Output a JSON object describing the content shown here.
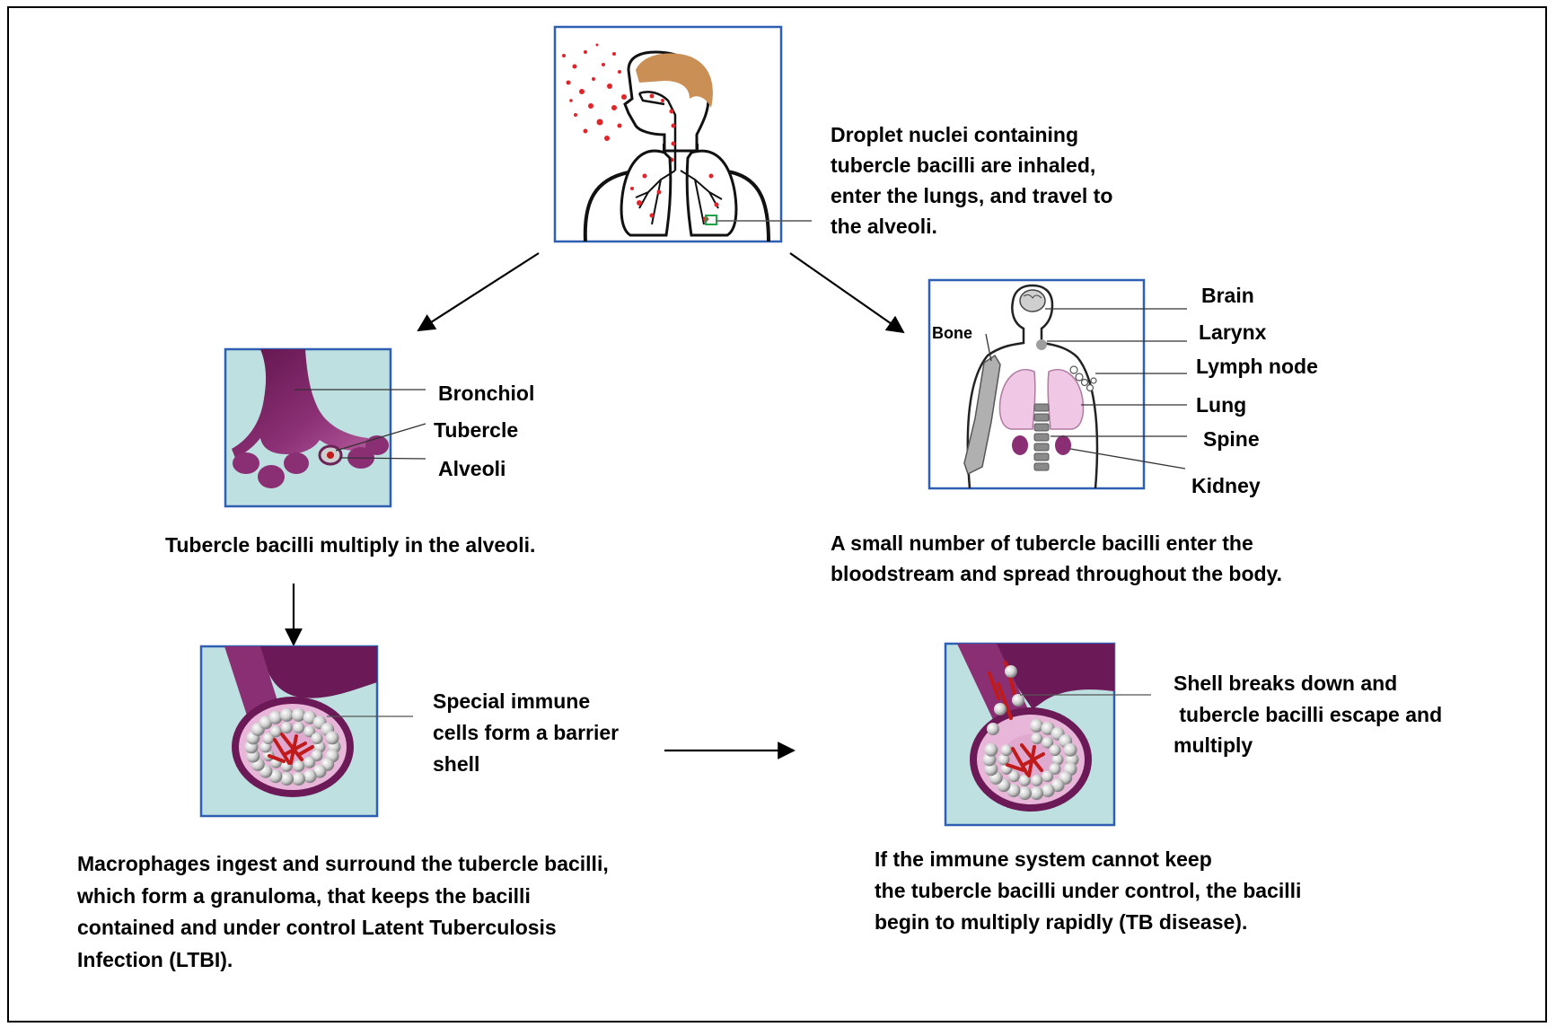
{
  "steps": {
    "inhalation": [
      "Droplet nuclei containing",
      "tubercle bacilli are inhaled,",
      "enter the lungs, and travel to",
      "the alveoli."
    ],
    "multiply_alveoli": [
      "Tubercle bacilli multiply in the alveoli."
    ],
    "bloodstream": [
      "A small number of tubercle bacilli enter the",
      "bloodstream and spread throughout the body."
    ],
    "barrier_shell": [
      "Special immune",
      "cells form a barrier",
      "shell"
    ],
    "granuloma": [
      "Macrophages ingest and surround the tubercle bacilli,",
      "which form a granuloma, that keeps the bacilli",
      "contained and under control Latent Tuberculosis",
      "Infection (LTBI)."
    ],
    "shell_breakdown": [
      "Shell breaks down and",
      " tubercle bacilli escape and",
      "multiply"
    ],
    "tb_disease": [
      "If the immune system cannot keep",
      "the tubercle bacilli under control, the bacilli",
      "begin to multiply rapidly (TB disease)."
    ]
  },
  "alveoli_labels": {
    "bronchiol": "Bronchiol",
    "tubercle": "Tubercle",
    "alveoli": "Alveoli"
  },
  "body_labels": {
    "bone": "Bone",
    "brain": "Brain",
    "larynx": "Larynx",
    "lymph_node": "Lymph node",
    "lung": "Lung",
    "spine": "Spine",
    "kidney": "Kidney"
  },
  "colors": {
    "panel_border": "#2f5fb3",
    "panel_bg": "#bfe0e0",
    "bronchiole": "#7a2363",
    "bacilli": "#c01a1a",
    "lung_pink": "#f0c8e6",
    "hair": "#c98f55"
  }
}
